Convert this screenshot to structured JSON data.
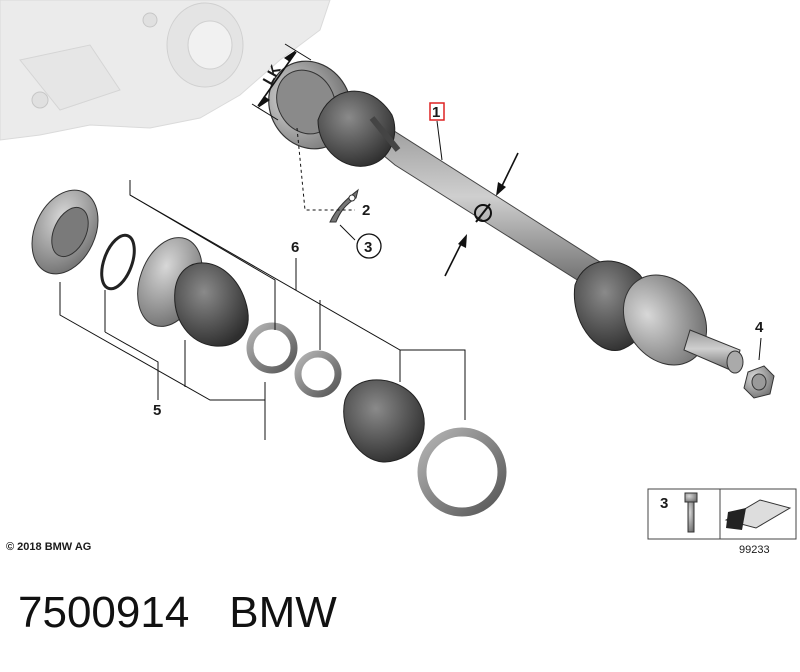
{
  "diagram": {
    "callouts": {
      "c1": "1",
      "c2": "2",
      "c3": "3",
      "c4": "4",
      "c5": "5",
      "c6": "6"
    },
    "dimension_label": "LK",
    "legend": {
      "number": "3",
      "ref": "99233"
    },
    "copyright": "© 2018 BMW AG"
  },
  "footer": {
    "part_number": "7500914",
    "brand": "BMW"
  }
}
